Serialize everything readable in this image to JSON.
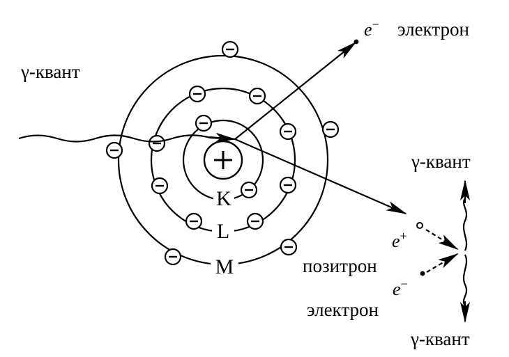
{
  "labels": {
    "gamma_in": "γ-квант",
    "electron_out_symbol": "e",
    "electron_out_sign": "−",
    "electron_out_name": "электрон",
    "gamma_top": "γ-квант",
    "gamma_bottom": "γ-квант",
    "positron_symbol": "e",
    "positron_sign": "+",
    "positron_name": "позитрон",
    "electron_symbol": "e",
    "electron_sign": "−",
    "electron_name": "электрон",
    "nucleus_sign": "+",
    "shell_k": "K",
    "shell_l": "L",
    "shell_m": "M"
  }
}
